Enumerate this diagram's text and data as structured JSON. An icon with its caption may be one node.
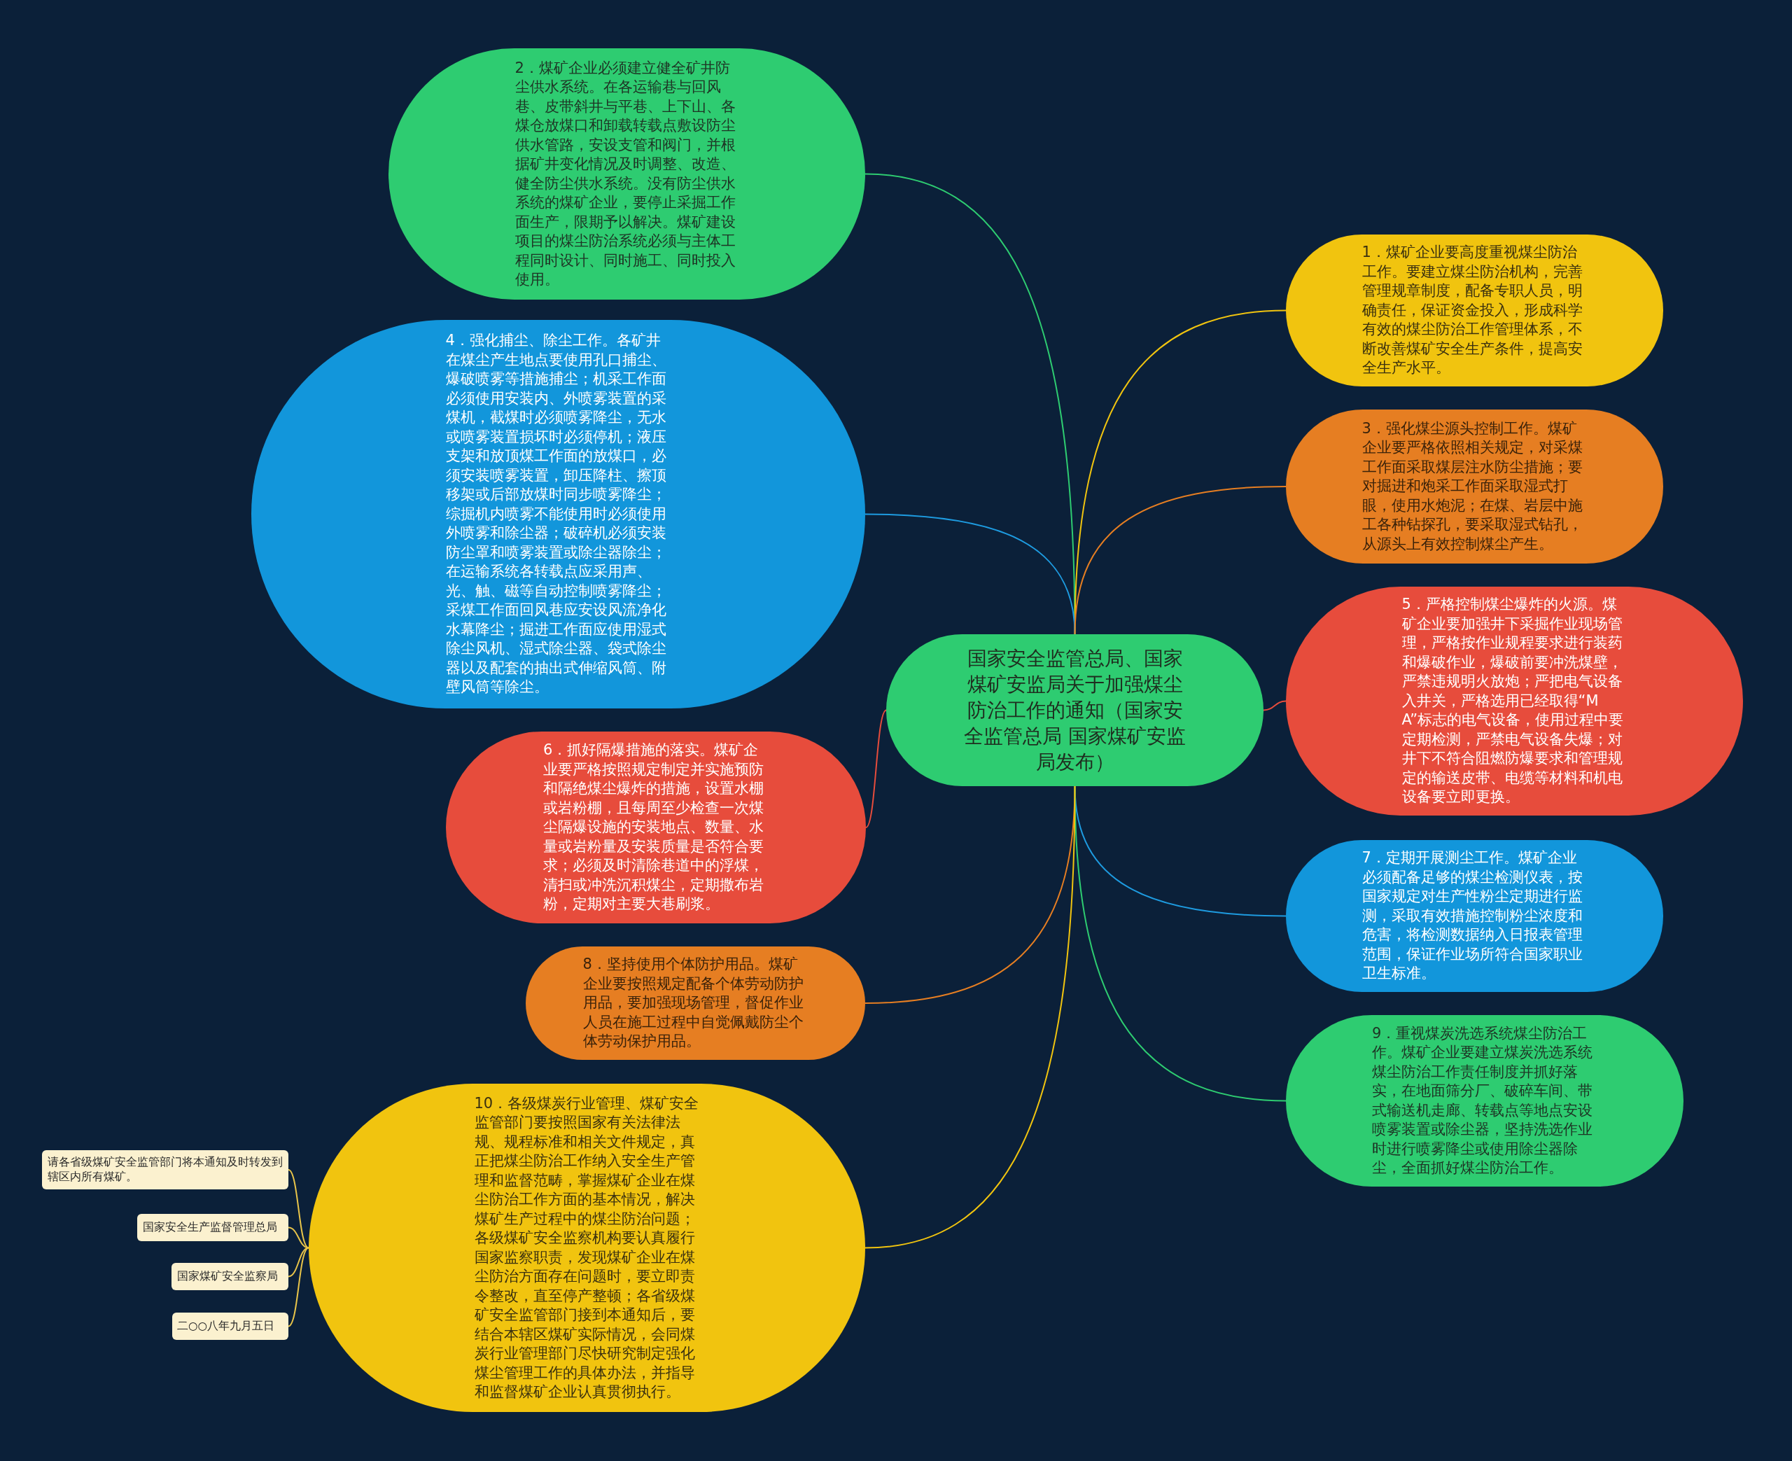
{
  "diagram": {
    "nodes": [
      {
        "text": [
          "国家安全监管总局、国家煤矿安监局关于加强煤尘防治工作的通知（国家安全监管总局 国家煤矿安监局发布）"
        ]
      },
      {
        "text": [
          "2．煤矿企业必须建立健全矿井防尘供水系统。在各运输巷与回风巷、皮带斜井与平巷、上下山、各煤仓放煤口和卸载转载点敷设防尘供水管路，安设支管和阀门，并根据矿井变化情况及时调整、改造、健全防尘供水系统。没有防尘供水系统的煤矿企业，要停止采掘工作面生产，限期予以解决。煤矿建设项目的煤尘防治系统必须与主体工程同时设计、同时施工、同时投入使用。"
        ]
      },
      {
        "text": [
          "1．煤矿企业要高度重视煤尘防治工作。要建立煤尘防治机构，完善管理规章制度，配备专职人员，明确责任，保证资金投入，形成科学有效的煤尘防治工作管理体系，不断改善煤矿安全生产条件，提高安全生产水平。"
        ]
      },
      {
        "text": [
          "4．强化捕尘、除尘工作。各矿井在煤尘产生地点要使用孔口捕尘、爆破喷雾等措施捕尘；机采工作面必须使用安装内、外喷雾装置的采煤机，截煤时必须喷雾降尘，无水或喷雾装置损坏时必须停机；液压支架和放顶煤工作面的放煤口，必须安装喷雾装置，卸压降柱、擦顶移架或后部放煤时同步喷雾降尘；综掘机内喷雾不能使用时必须使用外喷雾和除尘器；破碎机必须安装防尘罩和喷雾装置或除尘器除尘；在运输系统各转载点应采用声、光、触、磁等自动控制喷雾降尘；采煤工作面回风巷应安设风流净化水幕降尘；掘进工作面应使用湿式除尘风机、湿式除尘器、袋式除尘器以及配套的抽出式伸缩风筒、附壁风筒等除尘。"
        ]
      },
      {
        "text": [
          "3．强化煤尘源头控制工作。煤矿企业要严格依照相关规定，对采煤工作面采取煤层注水防尘措施；要对掘进和炮采工作面采取湿式打眼，使用水炮泥；在煤、岩层中施工各种钻探孔，要采取湿式钻孔，从源头上有效控制煤尘产生。"
        ]
      },
      {
        "text": [
          "5．严格控制煤尘爆炸的火源。煤矿企业要加强井下采掘作业现场管理，严格按作业规程要求进行装药和爆破作业，爆破前要冲洗煤壁，严禁违规明火放炮；严把电气设备入井关，严格选用已经取得“MA”标志的电气设备，使用过程中要定期检测，严禁电气设备失爆；对井下不符合阻燃防爆要求和管理规定的输送皮带、电缆等材料和机电设备要立即更换。"
        ]
      },
      {
        "text": [
          "6．抓好隔爆措施的落实。煤矿企业要严格按照规定制定并实施预防和隔绝煤尘爆炸的措施，设置水棚或岩粉棚，且每周至少检查一次煤尘隔爆设施的安装地点、数量、水量或岩粉量及安装质量是否符合要求；必须及时清除巷道中的浮煤，清扫或冲洗沉积煤尘，定期撒布岩粉，定期对主要大巷刷浆。"
        ]
      },
      {
        "text": [
          "7．定期开展测尘工作。煤矿企业必须配备足够的煤尘检测仪表，按国家规定对生产性粉尘定期进行监测，采取有效措施控制粉尘浓度和危害，将检测数据纳入日报表管理范围，保证作业场所符合国家职业卫生标准。"
        ]
      },
      {
        "text": [
          "8．坚持使用个体防护用品。煤矿企业要按照规定配备个体劳动防护用品，要加强现场管理，督促作业人员在施工过程中自觉佩戴防尘个体劳动保护用品。"
        ]
      },
      {
        "text": [
          "9．重视煤炭洗选系统煤尘防治工作。煤矿企业要建立煤炭洗选系统煤尘防治工作责任制度并抓好落实，在地面筛分厂、破碎车间、带式输送机走廊、转载点等地点安设喷雾装置或除尘器，坚持洗选作业时进行喷雾降尘或使用除尘器除尘，全面抓好煤尘防治工作。"
        ]
      },
      {
        "text": [
          "10．各级煤炭行业管理、煤矿安全监管部门要按照国家有关法律法规、规程标准和相关文件规定，真正把煤尘防治工作纳入安全生产管理和监督范畴，掌握煤矿企业在煤尘防治工作方面的基本情况，解决煤矿生产过程中的煤尘防治问题；各级煤矿安全监察机构要认真履行国家监察职责，发现煤矿企业在煤尘防治方面存在问题时，要立即责令整改，直至停产整顿；各省级煤矿安全监管部门接到本通知后，要结合本辖区煤矿实际情况，会同煤炭行业管理部门尽快研究制定强化煤尘管理工作的具体办法，并指导和监督煤矿企业认真贯彻执行。"
        ]
      },
      {
        "text": [
          "请各省级煤矿安全监管部门将本通知及时转发到辖区内所有煤矿。"
        ]
      },
      {
        "text": [
          "国家安全生产监督管理总局"
        ]
      },
      {
        "text": [
          "国家煤矿安全监察局"
        ]
      },
      {
        "text": [
          "二○○八年九月五日"
        ]
      }
    ],
    "edges": [
      {
        "from": 0,
        "to": 1,
        "arrow": "none",
        "color": "#2ecc71"
      },
      {
        "from": 0,
        "to": 2,
        "arrow": "none",
        "color": "#f1c40f"
      },
      {
        "from": 0,
        "to": 3,
        "arrow": "none",
        "color": "#1e9be0"
      },
      {
        "from": 0,
        "to": 4,
        "arrow": "none",
        "color": "#e67e22"
      },
      {
        "from": 0,
        "to": 5,
        "arrow": "none",
        "color": "#e74c3c"
      },
      {
        "from": 0,
        "to": 6,
        "arrow": "none",
        "color": "#e74c3c"
      },
      {
        "from": 0,
        "to": 7,
        "arrow": "none",
        "color": "#1e9be0"
      },
      {
        "from": 0,
        "to": 8,
        "arrow": "none",
        "color": "#e67e22"
      },
      {
        "from": 0,
        "to": 9,
        "arrow": "none",
        "color": "#2ecc71"
      },
      {
        "from": 0,
        "to": 10,
        "arrow": "none",
        "color": "#f1c40f"
      },
      {
        "from": 10,
        "to": 11,
        "arrow": "none",
        "color": "#e8c44a"
      },
      {
        "from": 10,
        "to": 12,
        "arrow": "none",
        "color": "#e8c44a"
      },
      {
        "from": 10,
        "to": 13,
        "arrow": "none",
        "color": "#e8c44a"
      },
      {
        "from": 10,
        "to": 14,
        "arrow": "none",
        "color": "#e8c44a"
      }
    ]
  }
}
